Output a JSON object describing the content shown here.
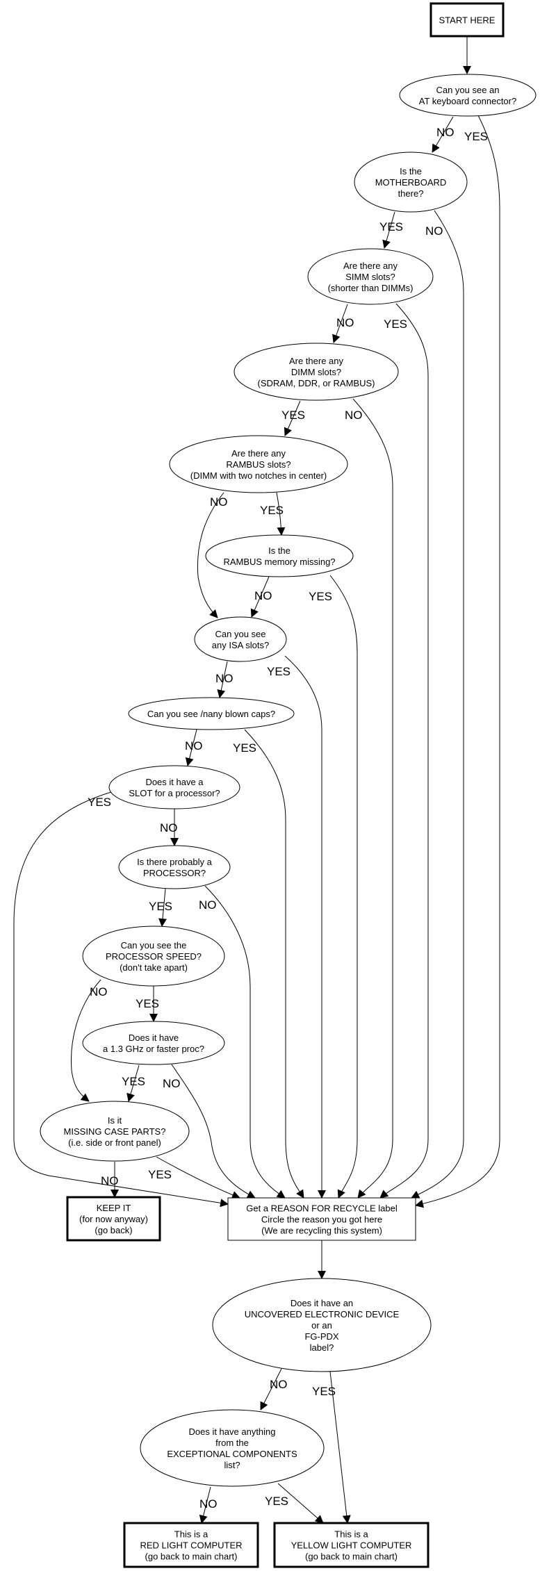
{
  "colors": {
    "line": "#000000",
    "background": "#ffffff"
  },
  "nodes": [
    {
      "id": "start",
      "kind": "box-bold",
      "lines": [
        "START HERE"
      ]
    },
    {
      "id": "at-keyboard",
      "kind": "ellipse",
      "lines": [
        "Can you see an",
        "AT keyboard connector?"
      ]
    },
    {
      "id": "motherboard",
      "kind": "ellipse",
      "lines": [
        "Is the",
        "MOTHERBOARD",
        "there?"
      ]
    },
    {
      "id": "simm",
      "kind": "ellipse",
      "lines": [
        "Are there any",
        "SIMM slots?",
        "(shorter than DIMMs)"
      ]
    },
    {
      "id": "dimm",
      "kind": "ellipse",
      "lines": [
        "Are there any",
        "DIMM slots?",
        "(SDRAM, DDR, or RAMBUS)"
      ]
    },
    {
      "id": "rambus-slots",
      "kind": "ellipse",
      "lines": [
        "Are there any",
        "RAMBUS slots?",
        "(DIMM with two notches in center)"
      ]
    },
    {
      "id": "rambus-missing",
      "kind": "ellipse",
      "lines": [
        "Is the",
        "RAMBUS memory missing?"
      ]
    },
    {
      "id": "isa",
      "kind": "ellipse",
      "lines": [
        "Can you see",
        "any ISA slots?"
      ]
    },
    {
      "id": "caps",
      "kind": "ellipse",
      "lines": [
        "Can you see /nany blown caps?"
      ]
    },
    {
      "id": "slot",
      "kind": "ellipse",
      "lines": [
        "Does it have a",
        "SLOT for a processor?"
      ]
    },
    {
      "id": "processor",
      "kind": "ellipse",
      "lines": [
        "Is there probably a",
        "PROCESSOR?"
      ]
    },
    {
      "id": "speed",
      "kind": "ellipse",
      "lines": [
        "Can you see the",
        "PROCESSOR SPEED?",
        "(don't take apart)"
      ]
    },
    {
      "id": "ghz",
      "kind": "ellipse",
      "lines": [
        "Does it have",
        "a 1.3 GHz or faster proc?"
      ]
    },
    {
      "id": "case",
      "kind": "ellipse",
      "lines": [
        "Is it",
        "MISSING CASE PARTS?",
        "(i.e. side or front panel)"
      ]
    },
    {
      "id": "keep",
      "kind": "box-bold",
      "lines": [
        "KEEP IT",
        "(for now anyway)",
        "(go back)"
      ]
    },
    {
      "id": "recycle",
      "kind": "box",
      "lines": [
        "Get a REASON FOR RECYCLE label",
        "Circle the reason you got here",
        "(We are recycling this system)"
      ]
    },
    {
      "id": "uncovered",
      "kind": "ellipse",
      "lines": [
        "Does it have an",
        "UNCOVERED ELECTRONIC DEVICE",
        "or an",
        "FG-PDX",
        "label?"
      ]
    },
    {
      "id": "exceptional",
      "kind": "ellipse",
      "lines": [
        "Does it have anything",
        "from the",
        "EXCEPTIONAL COMPONENTS",
        "list?"
      ]
    },
    {
      "id": "red",
      "kind": "box-bold",
      "lines": [
        "This is a",
        "RED LIGHT COMPUTER",
        "(go back to main chart)"
      ]
    },
    {
      "id": "yellow",
      "kind": "box-bold",
      "lines": [
        "This is a",
        "YELLOW LIGHT COMPUTER",
        "(go back to main chart)"
      ]
    }
  ],
  "edges": [
    {
      "from": "start",
      "to": "at-keyboard",
      "label": ""
    },
    {
      "from": "at-keyboard",
      "to": "motherboard",
      "label": "NO"
    },
    {
      "from": "at-keyboard",
      "to": "recycle",
      "label": "YES"
    },
    {
      "from": "motherboard",
      "to": "simm",
      "label": "YES"
    },
    {
      "from": "motherboard",
      "to": "recycle",
      "label": "NO"
    },
    {
      "from": "simm",
      "to": "dimm",
      "label": "NO"
    },
    {
      "from": "simm",
      "to": "recycle",
      "label": "YES"
    },
    {
      "from": "dimm",
      "to": "rambus-slots",
      "label": "YES"
    },
    {
      "from": "dimm",
      "to": "recycle",
      "label": "NO"
    },
    {
      "from": "rambus-slots",
      "to": "isa",
      "label": "NO"
    },
    {
      "from": "rambus-slots",
      "to": "rambus-missing",
      "label": "YES"
    },
    {
      "from": "rambus-missing",
      "to": "isa",
      "label": "NO"
    },
    {
      "from": "rambus-missing",
      "to": "recycle",
      "label": "YES"
    },
    {
      "from": "isa",
      "to": "caps",
      "label": "NO"
    },
    {
      "from": "isa",
      "to": "recycle",
      "label": "YES"
    },
    {
      "from": "caps",
      "to": "slot",
      "label": "NO"
    },
    {
      "from": "caps",
      "to": "recycle",
      "label": "YES"
    },
    {
      "from": "slot",
      "to": "recycle",
      "label": "YES"
    },
    {
      "from": "slot",
      "to": "processor",
      "label": "NO"
    },
    {
      "from": "processor",
      "to": "speed",
      "label": "YES"
    },
    {
      "from": "processor",
      "to": "recycle",
      "label": "NO"
    },
    {
      "from": "speed",
      "to": "case",
      "label": "NO"
    },
    {
      "from": "speed",
      "to": "ghz",
      "label": "YES"
    },
    {
      "from": "ghz",
      "to": "case",
      "label": "YES"
    },
    {
      "from": "ghz",
      "to": "recycle",
      "label": "NO"
    },
    {
      "from": "case",
      "to": "keep",
      "label": "NO"
    },
    {
      "from": "case",
      "to": "recycle",
      "label": "YES"
    },
    {
      "from": "recycle",
      "to": "uncovered",
      "label": ""
    },
    {
      "from": "uncovered",
      "to": "exceptional",
      "label": "NO"
    },
    {
      "from": "uncovered",
      "to": "yellow",
      "label": "YES"
    },
    {
      "from": "exceptional",
      "to": "red",
      "label": "NO"
    },
    {
      "from": "exceptional",
      "to": "yellow",
      "label": "YES"
    }
  ]
}
